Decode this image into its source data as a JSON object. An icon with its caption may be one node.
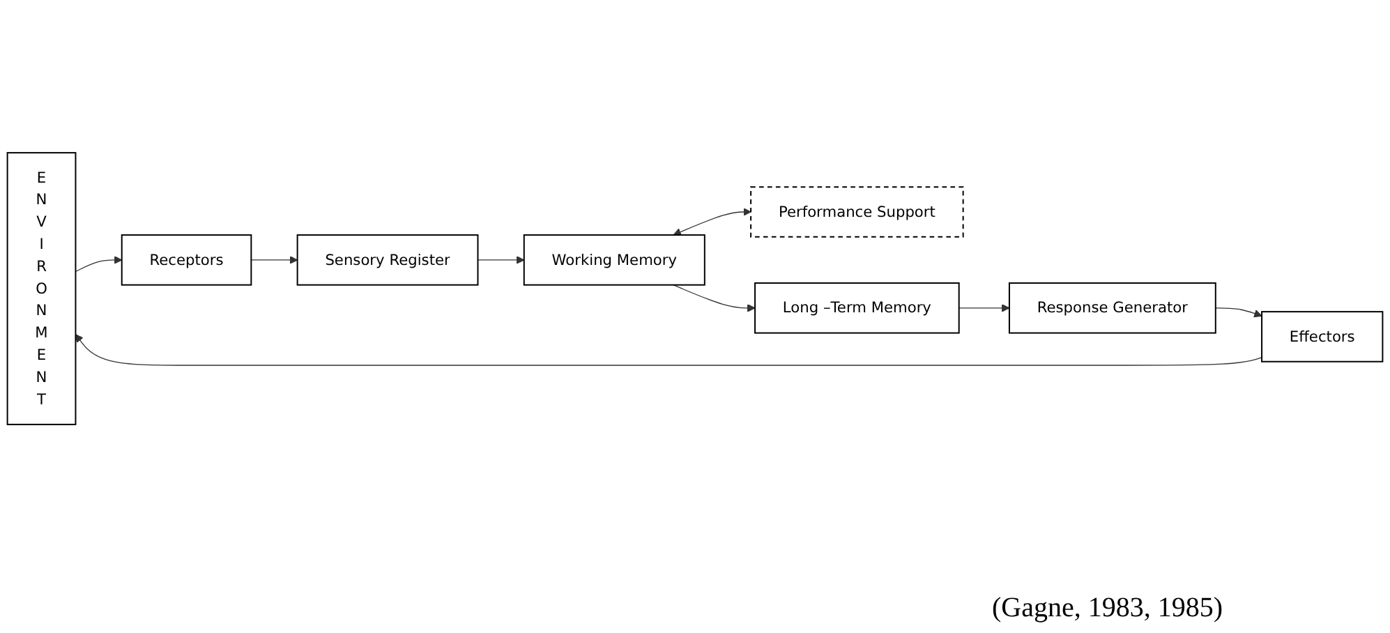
{
  "diagram": {
    "caption": "(Gagne, 1983, 1985)",
    "nodes": [
      {
        "text": [
          "E N V I R O N M E N T"
        ]
      },
      {
        "text": [
          "Receptors"
        ]
      },
      {
        "text": [
          "Sensory Register"
        ]
      },
      {
        "text": [
          "Working Memory"
        ]
      },
      {
        "text": [
          "Performance Support"
        ]
      },
      {
        "text": [
          "Long –Term Memory"
        ]
      },
      {
        "text": [
          "Response Generator"
        ]
      },
      {
        "text": [
          "Effectors"
        ]
      }
    ],
    "edges": [
      {
        "from": 0,
        "to": 1,
        "arrow": "to"
      },
      {
        "from": 1,
        "to": 2,
        "arrow": "to"
      },
      {
        "from": 2,
        "to": 3,
        "arrow": "to"
      },
      {
        "from": 3,
        "to": 4,
        "arrow": "both"
      },
      {
        "from": 3,
        "to": 5,
        "arrow": "to"
      },
      {
        "from": 5,
        "to": 6,
        "arrow": "to"
      },
      {
        "from": 6,
        "to": 7,
        "arrow": "to"
      },
      {
        "from": 7,
        "to": 0,
        "arrow": "to"
      }
    ]
  }
}
